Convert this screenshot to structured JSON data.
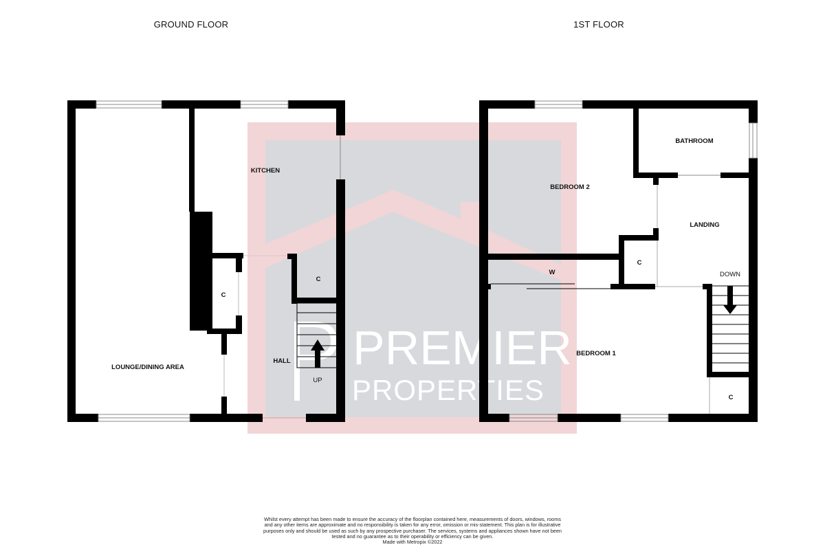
{
  "floors": [
    {
      "title": "GROUND FLOOR",
      "rooms": [
        {
          "label": "KITCHEN"
        },
        {
          "label": "C"
        },
        {
          "label": "C"
        },
        {
          "label": "HALL"
        },
        {
          "label": "LOUNGE/DINING AREA"
        }
      ],
      "stairs": {
        "direction_label": "UP"
      }
    },
    {
      "title": "1ST FLOOR",
      "rooms": [
        {
          "label": "BATHROOM"
        },
        {
          "label": "BEDROOM 2"
        },
        {
          "label": "LANDING"
        },
        {
          "label": "C"
        },
        {
          "label": "W"
        },
        {
          "label": "BEDROOM 1"
        },
        {
          "label": "C"
        }
      ],
      "stairs": {
        "direction_label": "DOWN"
      }
    }
  ],
  "watermark": {
    "line1": "PREMIER",
    "line2": "PROPERTIES",
    "colors": {
      "frame": "#f2d5d7",
      "inner": "#d8d9dd",
      "roof": "#f2d5d7"
    }
  },
  "colors": {
    "wall": "#000000",
    "background": "#ffffff"
  },
  "disclaimer": {
    "text": "Whilst every attempt has been made to ensure the accuracy of the floorplan contained here, measurements of doors, windows, rooms and any other items are approximate and no responsibility is taken for any error, omission or mis-statement. This plan is for illustrative purposes only and should be used as such by any prospective purchaser. The services, systems and appliances shown have not been tested and no guarantee as to their operability or efficiency can be given.",
    "credit": "Made with Metropix ©2022"
  }
}
